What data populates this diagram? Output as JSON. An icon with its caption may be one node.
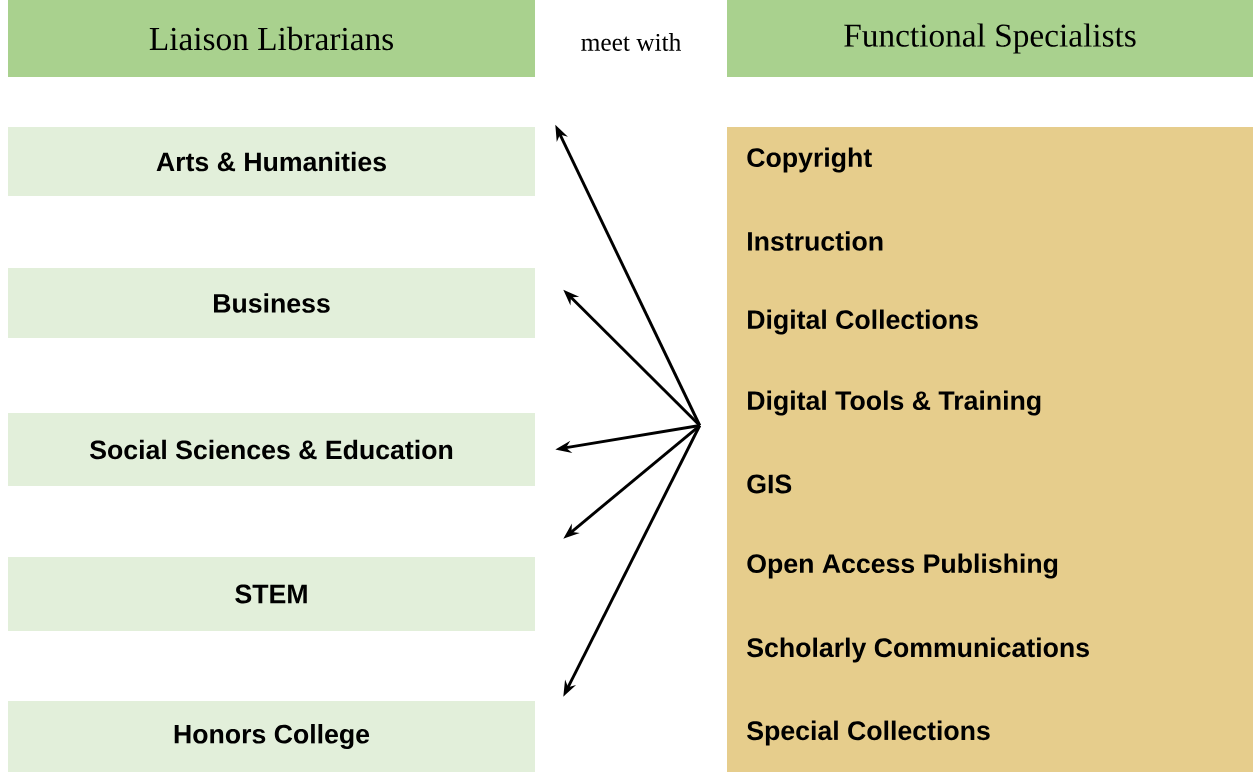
{
  "diagram": {
    "nodes": [
      {
        "text": [
          "Liaison Librarians"
        ]
      },
      {
        "text": [
          "Functional Specialists"
        ]
      },
      {
        "text": [
          "Arts & Humanities"
        ]
      },
      {
        "text": [
          "Business"
        ]
      },
      {
        "text": [
          "Social Sciences & Education"
        ]
      },
      {
        "text": [
          "STEM"
        ]
      },
      {
        "text": [
          "Honors College"
        ]
      },
      {
        "text": [
          "Copyright",
          "Instruction",
          "Digital Collections",
          "Digital Tools & Training",
          "GIS",
          "Open Access Publishing",
          "Scholarly Communications",
          "Special Collections"
        ]
      }
    ],
    "edges": [
      {
        "from": 7,
        "to": 2,
        "arrow": "to"
      },
      {
        "from": 7,
        "to": 3,
        "arrow": "to"
      },
      {
        "from": 7,
        "to": 4,
        "arrow": "to"
      },
      {
        "from": 7,
        "to": 5,
        "arrow": "to"
      },
      {
        "from": 7,
        "to": 6,
        "arrow": "to"
      }
    ],
    "labels": [
      "meet with"
    ]
  }
}
